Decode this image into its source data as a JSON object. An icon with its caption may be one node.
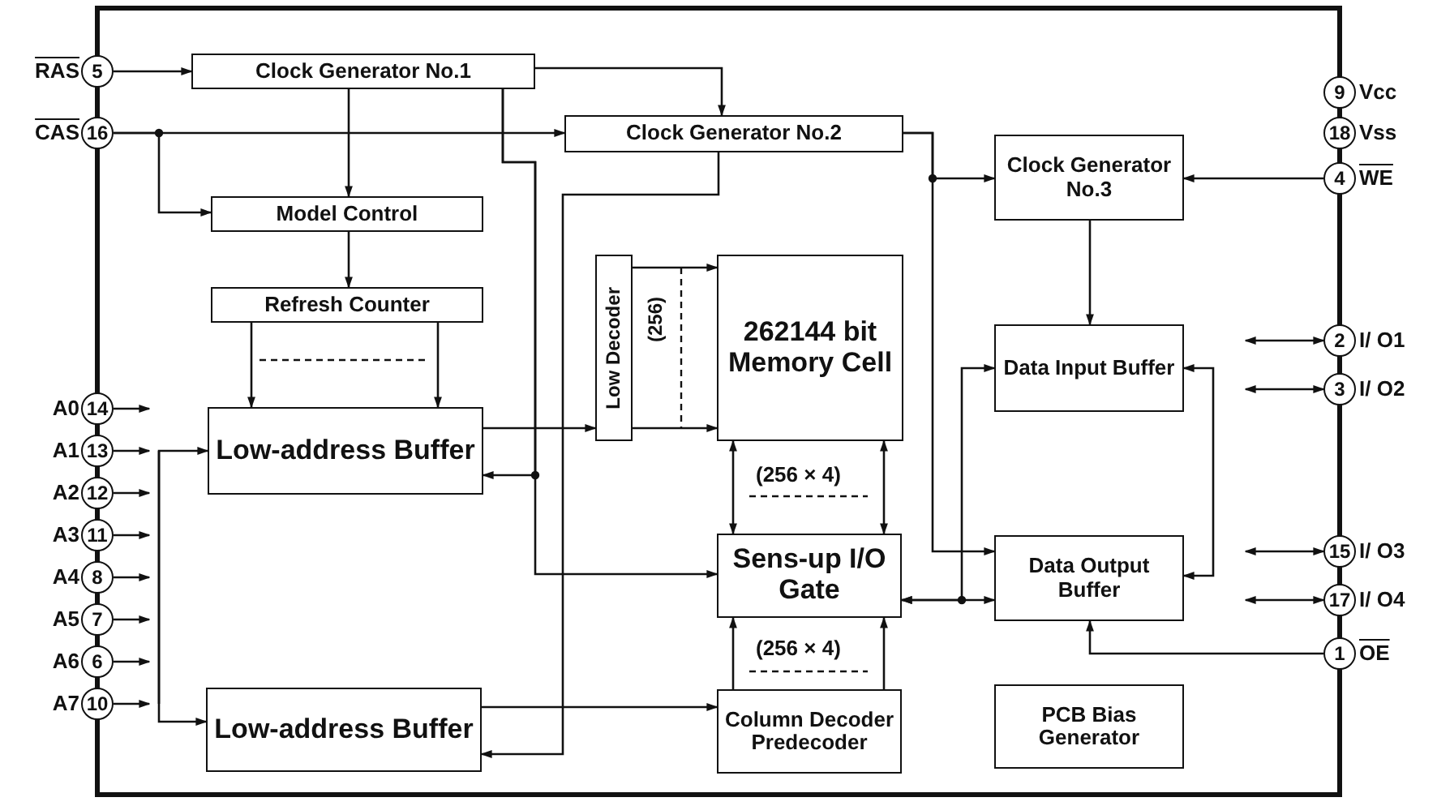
{
  "diagram": {
    "nodes": [
      {
        "text": [
          "5"
        ],
        "beside": [
          "RAS"
        ]
      },
      {
        "text": [
          "Clock Generator No.1"
        ]
      },
      {
        "text": [
          "16"
        ],
        "beside": [
          "CAS"
        ]
      },
      {
        "text": [
          "Clock Generator No.2"
        ]
      },
      {
        "text": [
          "9"
        ],
        "beside": [
          "Vcc"
        ]
      },
      {
        "text": [
          "18"
        ],
        "beside": [
          "Vss"
        ]
      },
      {
        "text": [
          "Clock Generator No.3"
        ]
      },
      {
        "text": [
          "4"
        ],
        "beside": [
          "WE"
        ]
      },
      {
        "text": [
          "Model Control"
        ]
      },
      {
        "text": [
          "Refresh Counter"
        ]
      },
      {
        "text": [
          "Low Decoder"
        ]
      },
      {
        "text": [
          "262144 bit Memory Cell"
        ]
      },
      {
        "text": [
          "Data Input Buffer"
        ]
      },
      {
        "text": [
          "2"
        ],
        "beside": [
          "I/ O1"
        ]
      },
      {
        "text": [
          "3"
        ],
        "beside": [
          "I/ O2"
        ]
      },
      {
        "text": [
          "14"
        ],
        "beside": [
          "A0"
        ]
      },
      {
        "text": [
          "13"
        ],
        "beside": [
          "A1"
        ]
      },
      {
        "text": [
          "Low-address Buffer"
        ]
      },
      {
        "text": [
          "12"
        ],
        "beside": [
          "A2"
        ]
      },
      {
        "text": [
          "11"
        ],
        "beside": [
          "A3"
        ]
      },
      {
        "text": [
          "8"
        ],
        "beside": [
          "A4"
        ]
      },
      {
        "text": [
          "7"
        ],
        "beside": [
          "A5"
        ]
      },
      {
        "text": [
          "6"
        ],
        "beside": [
          "A6"
        ]
      },
      {
        "text": [
          "10"
        ],
        "beside": [
          "A7"
        ]
      },
      {
        "text": [
          "Sens-up I/O Gate"
        ]
      },
      {
        "text": [
          "Data Output Buffer"
        ]
      },
      {
        "text": [
          "15"
        ],
        "beside": [
          "I/ O3"
        ]
      },
      {
        "text": [
          "17"
        ],
        "beside": [
          "I/ O4"
        ]
      },
      {
        "text": [
          "1"
        ],
        "beside": [
          "OE"
        ]
      },
      {
        "text": [
          "Low-address Buffer"
        ]
      },
      {
        "text": [
          "Column Decoder Predecoder"
        ]
      },
      {
        "text": [
          "PCB Bias Generator"
        ]
      }
    ],
    "edges": [
      {
        "from": 0,
        "to": 1,
        "arrow": "to"
      },
      {
        "from": 1,
        "to": 3,
        "arrow": "to"
      },
      {
        "from": 1,
        "to": 8,
        "arrow": "to"
      },
      {
        "from": 1,
        "to": 17,
        "arrow": "to"
      },
      {
        "from": 1,
        "to": 24,
        "arrow": "to"
      },
      {
        "from": 2,
        "to": 3,
        "arrow": "to"
      },
      {
        "from": 2,
        "to": 8,
        "arrow": "to"
      },
      {
        "from": 3,
        "to": 29,
        "arrow": "to"
      },
      {
        "from": 3,
        "to": 6,
        "arrow": "to"
      },
      {
        "from": 3,
        "to": 25,
        "arrow": "to"
      },
      {
        "from": 7,
        "to": 6,
        "arrow": "to"
      },
      {
        "from": 6,
        "to": 12,
        "arrow": "to"
      },
      {
        "from": 8,
        "to": 9,
        "arrow": "to"
      },
      {
        "from": 9,
        "to": 17,
        "arrow": "to"
      },
      {
        "from": 9,
        "to": 17,
        "arrow": "to"
      },
      {
        "from": 17,
        "to": 10,
        "arrow": "to"
      },
      {
        "from": 10,
        "to": 11,
        "arrow": "to"
      },
      {
        "from": 10,
        "to": 11,
        "arrow": "to"
      },
      {
        "from": 11,
        "to": 24,
        "arrow": "both"
      },
      {
        "from": 11,
        "to": 24,
        "arrow": "both"
      },
      {
        "from": 30,
        "to": 24,
        "arrow": "to"
      },
      {
        "from": 30,
        "to": 24,
        "arrow": "to"
      },
      {
        "from": 29,
        "to": 30,
        "arrow": "to"
      },
      {
        "from": 24,
        "to": 25,
        "arrow": "both"
      },
      {
        "from": 24,
        "to": 12,
        "arrow": "both"
      },
      {
        "from": 12,
        "to": 25,
        "arrow": "both"
      },
      {
        "from": 28,
        "to": 25,
        "arrow": "to"
      },
      {
        "from": null,
        "to": 13,
        "arrow": "both"
      },
      {
        "from": null,
        "to": 14,
        "arrow": "both"
      },
      {
        "from": null,
        "to": 26,
        "arrow": "both"
      },
      {
        "from": null,
        "to": 27,
        "arrow": "both"
      },
      {
        "from": 15,
        "to": null,
        "arrow": "to"
      },
      {
        "from": 16,
        "to": null,
        "arrow": "to"
      },
      {
        "from": 18,
        "to": null,
        "arrow": "to"
      },
      {
        "from": 19,
        "to": null,
        "arrow": "to"
      },
      {
        "from": 20,
        "to": null,
        "arrow": "to"
      },
      {
        "from": 21,
        "to": null,
        "arrow": "to"
      },
      {
        "from": 22,
        "to": null,
        "arrow": "to"
      },
      {
        "from": 23,
        "to": null,
        "arrow": "to"
      },
      {
        "from": null,
        "to": 17,
        "arrow": "to"
      },
      {
        "from": null,
        "to": 29,
        "arrow": "to"
      }
    ],
    "labels": [
      "(256)",
      "(256 × 4)",
      "(256 × 4)"
    ]
  }
}
